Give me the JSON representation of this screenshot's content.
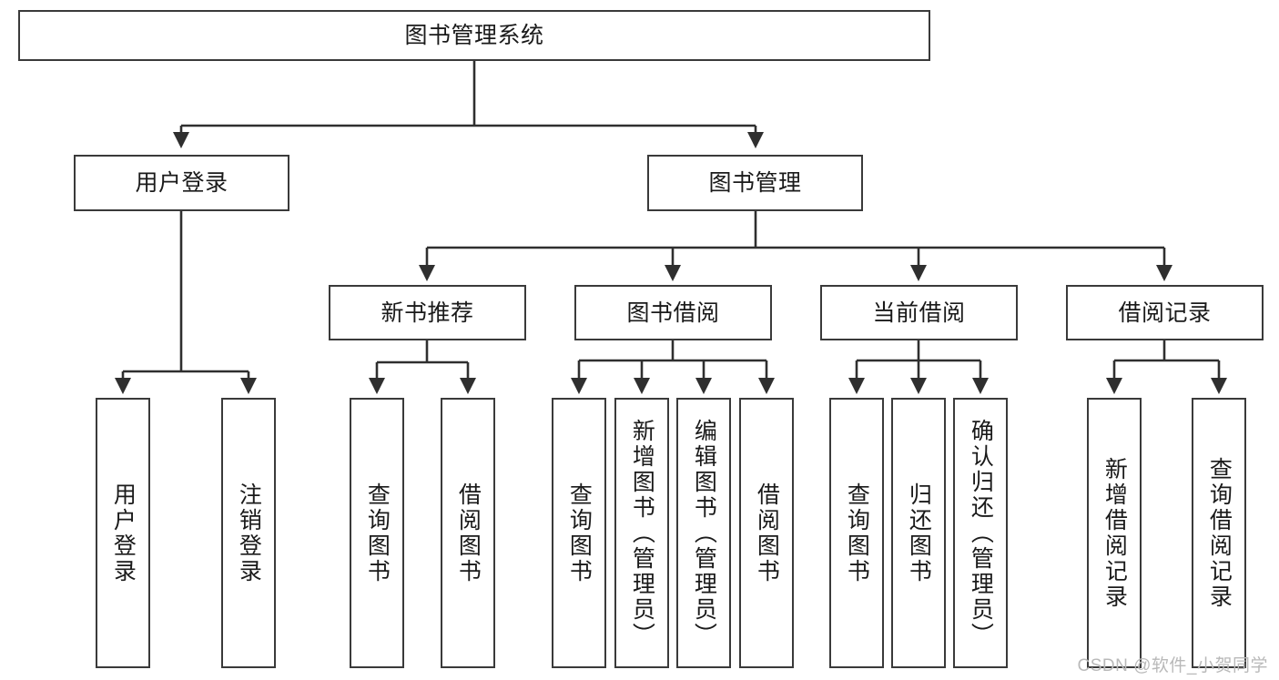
{
  "diagram": {
    "title": "图书管理系统",
    "type": "tree-hierarchy",
    "root": {
      "id": "root",
      "label": "图书管理系统"
    },
    "level2": [
      {
        "id": "login",
        "label": "用户登录"
      },
      {
        "id": "bookmgmt",
        "label": "图书管理"
      }
    ],
    "level3": [
      {
        "id": "newbook",
        "label": "新书推荐",
        "parent": "bookmgmt"
      },
      {
        "id": "borrow",
        "label": "图书借阅",
        "parent": "bookmgmt"
      },
      {
        "id": "current",
        "label": "当前借阅",
        "parent": "bookmgmt"
      },
      {
        "id": "record",
        "label": "借阅记录",
        "parent": "bookmgmt"
      }
    ],
    "leaves": [
      {
        "id": "leaf-1",
        "label": "用户登录",
        "parent": "login"
      },
      {
        "id": "leaf-2",
        "label": "注销登录",
        "parent": "login"
      },
      {
        "id": "leaf-3",
        "label": "查询图书",
        "parent": "newbook"
      },
      {
        "id": "leaf-4",
        "label": "借阅图书",
        "parent": "newbook"
      },
      {
        "id": "leaf-5",
        "label": "查询图书",
        "parent": "borrow"
      },
      {
        "id": "leaf-6",
        "label": "新增图书（管理员）",
        "parent": "borrow"
      },
      {
        "id": "leaf-7",
        "label": "编辑图书（管理员）",
        "parent": "borrow"
      },
      {
        "id": "leaf-8",
        "label": "借阅图书",
        "parent": "borrow"
      },
      {
        "id": "leaf-9",
        "label": "查询图书",
        "parent": "current"
      },
      {
        "id": "leaf-10",
        "label": "归还图书",
        "parent": "current"
      },
      {
        "id": "leaf-11",
        "label": "确认归还（管理员）",
        "parent": "current"
      },
      {
        "id": "leaf-12",
        "label": "新增借阅记录",
        "parent": "record"
      },
      {
        "id": "leaf-13",
        "label": "查询借阅记录",
        "parent": "record"
      }
    ]
  },
  "watermark": {
    "text": "CSDN @软件_小贺同学"
  },
  "colors": {
    "background": "#ffffff",
    "box_border": "#3a3a3a",
    "box_fill": "#ffffff",
    "edge": "#2f2f2f",
    "text": "#1a1a1a",
    "watermark": "#b9b9b9"
  }
}
